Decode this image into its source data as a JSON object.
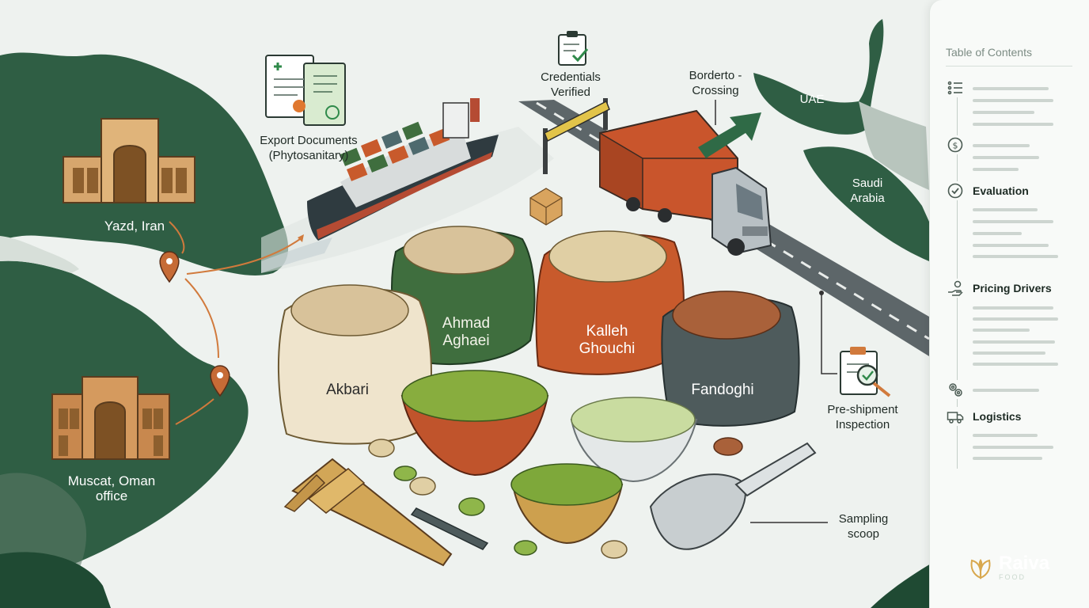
{
  "labels": {
    "yazd": "Yazd, Iran",
    "muscat_line1": "Muscat, Oman",
    "muscat_line2": "office",
    "export_line1": "Export Documents",
    "export_line2": "(Phytosanitary)",
    "credentials_line1": "Credentials",
    "credentials_line2": "Verified",
    "border_line1": "Borderto -",
    "border_line2": "Crossing",
    "uae": "UAE",
    "saudi_line1": "Saudi",
    "saudi_line2": "Arabia",
    "preshipment_line1": "Pre-shipment",
    "preshipment_line2": "Inspection",
    "sampling_line1": "Sampling",
    "sampling_line2": "scoop"
  },
  "bags": {
    "akbari": "Akbari",
    "ahmad_line1": "Ahmad",
    "ahmad_line2": "Aghaei",
    "kalleh_line1": "Kalleh",
    "kalleh_line2": "Ghouchi",
    "fandoghi": "Fandoghi"
  },
  "toc": {
    "title": "Table of Contents",
    "items": [
      {
        "label": "",
        "icon": "list-icon"
      },
      {
        "label": "",
        "icon": "dollar-icon"
      },
      {
        "label": "Evaluation",
        "icon": "check-circle-icon"
      },
      {
        "label": "Pricing Drivers",
        "icon": "pricing-hand-icon"
      },
      {
        "label": "",
        "icon": "settings-icon"
      },
      {
        "label": "Logistics",
        "icon": "truck-icon"
      }
    ]
  },
  "logo": {
    "name": "Raiva",
    "sub": "FOOD"
  },
  "colors": {
    "map_green": "#2f5e44",
    "dark_green": "#1f4a33",
    "bag_green": "#3f6e3e",
    "bag_orange": "#c85a2c",
    "bag_gray": "#4e5b5c",
    "bag_cream": "#efe4cc",
    "accent_orange": "#d17a3c"
  }
}
